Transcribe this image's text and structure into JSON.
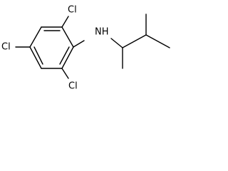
{
  "molecule": {
    "atoms": {
      "cl_top": "Cl",
      "cl_left": "Cl",
      "cl_bottom": "Cl",
      "nh": "NH"
    }
  }
}
